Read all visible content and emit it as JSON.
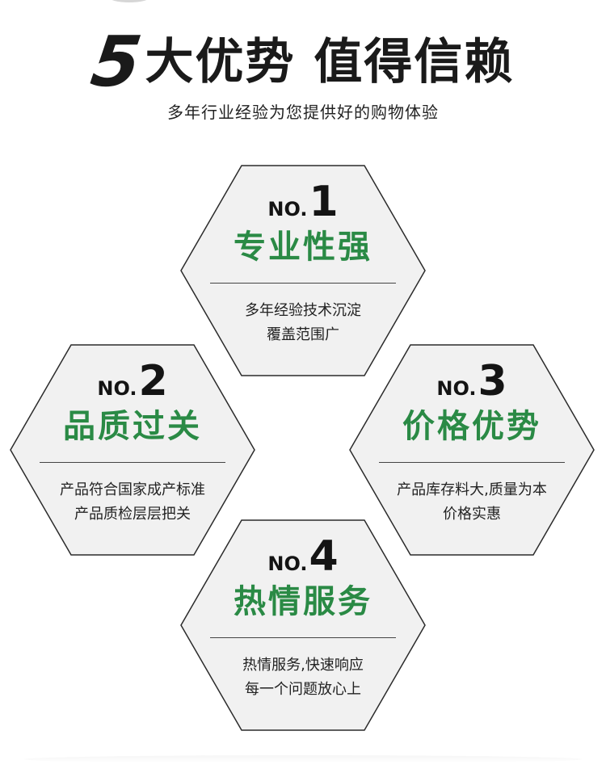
{
  "title": {
    "number": "5",
    "text": "大优势 值得信赖"
  },
  "subtitle": "多年行业经验为您提供好的购物体验",
  "colors": {
    "accent_green": "#2a8a45",
    "hex_fill": "#f1f1f1",
    "hex_stroke": "#2b2b2b"
  },
  "advantages": [
    {
      "no_prefix": "NO.",
      "no_digit": "1",
      "heading": "专业性强",
      "line1": "多年经验技术沉淀",
      "line2": "覆盖范围广"
    },
    {
      "no_prefix": "NO.",
      "no_digit": "2",
      "heading": "品质过关",
      "line1": "产品符合国家成产标准",
      "line2": "产品质检层层把关"
    },
    {
      "no_prefix": "NO.",
      "no_digit": "3",
      "heading": "价格优势",
      "line1": "产品库存料大,质量为本",
      "line2": "价格实惠"
    },
    {
      "no_prefix": "NO.",
      "no_digit": "4",
      "heading": "热情服务",
      "line1": "热情服务,快速响应",
      "line2": "每一个问题放心上"
    }
  ]
}
